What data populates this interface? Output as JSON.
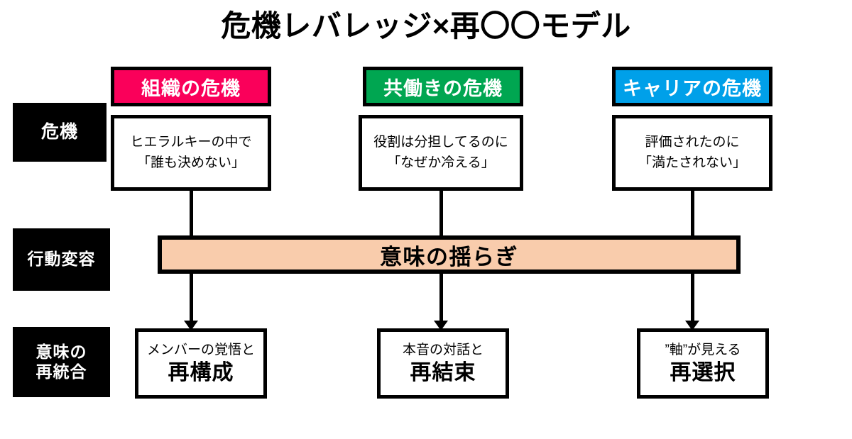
{
  "page": {
    "title": "危機レバレッジ×再〇〇モデル",
    "background": "#ffffff"
  },
  "colors": {
    "pink": "#FA005A",
    "green": "#00A651",
    "blue": "#00A0E9",
    "peach": "#F9CCAC",
    "black": "#000000",
    "white": "#ffffff"
  },
  "rows": [
    {
      "id": "crisis",
      "label_line1": "危機",
      "label_line2": ""
    },
    {
      "id": "behavior-change",
      "label_line1": "行動変容",
      "label_line2": ""
    },
    {
      "id": "meaning-reintegration",
      "label_line1": "意味の",
      "label_line2": "再統合"
    }
  ],
  "columns": [
    {
      "id": "organization",
      "header": "組織の危機",
      "header_color": "#FA005A",
      "crisis_line1": "ヒエラルキーの中で",
      "crisis_line2": "「誰も決めない」",
      "outcome_sub": "メンバーの覚悟と",
      "outcome_main": "再構成"
    },
    {
      "id": "dual-income",
      "header": "共働きの危機",
      "header_color": "#00A651",
      "crisis_line1": "役割は分担してるのに",
      "crisis_line2": "「なぜか冷える」",
      "outcome_sub": "本音の対話と",
      "outcome_main": "再結束"
    },
    {
      "id": "career",
      "header": "キャリアの危機",
      "header_color": "#00A0E9",
      "crisis_line1": "評価されたのに",
      "crisis_line2": "「満たされない」",
      "outcome_sub": "”軸”が見える",
      "outcome_main": "再選択"
    }
  ],
  "center_bar": {
    "label": "意味の揺らぎ",
    "fill": "#F9CCAC"
  }
}
